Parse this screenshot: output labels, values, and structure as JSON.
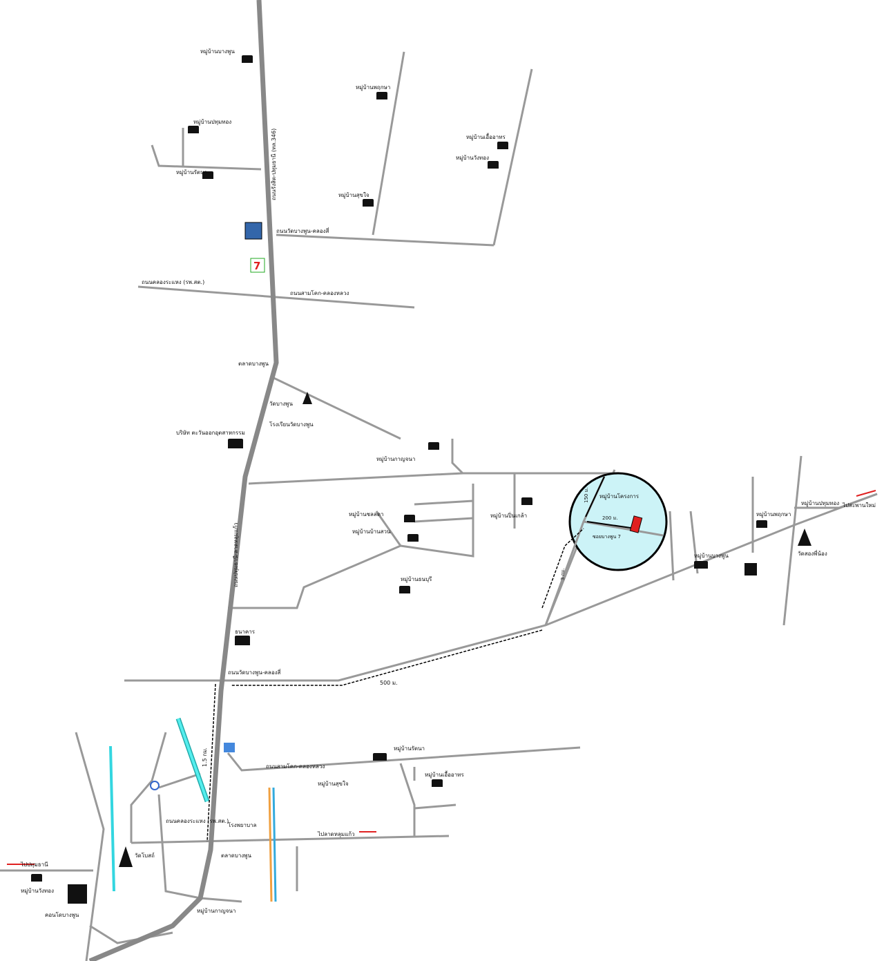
{
  "labels": {
    "main_road": "ถนนรังสิต-ปทุมธานี (ทล.346)",
    "main_road_south": "ถนนปทุมธานี-ลาดหลุมแก้ว",
    "road_west": "ถนนคลองระแหง (รพ.สต.)",
    "road_east": "ถนนสามโคก-คลองหลวง",
    "road_npd": "ถนนวัดบางพูน-คลองสี่",
    "site": "หมู่บ้านโครงการ",
    "site_road": "ซอยบางพูน 7",
    "dist_150": "150 ม.",
    "dist_200": "200 ม.",
    "dist_500": "500 ม.",
    "dist_3km": "3 กม.",
    "dist_1_5km": "1.5 กม.",
    "temple1": "วัดบางพูน",
    "temple2": "วัดสองพี่น้อง",
    "temple3": "วัดโบสถ์",
    "school": "โรงเรียนวัดบางพูน",
    "company": "บริษัท ตะวันออกอุตสาหกรรม",
    "market": "ตลาดบางพูน",
    "to_east": "ไปสะพานใหม่",
    "to_west": "ไปปทุมธานี",
    "to_right": "ไปลาดหลุมแก้ว",
    "hospital": "โรงพยาบาล",
    "village1": "หมู่บ้านบางพูน",
    "village2": "หมู่บ้านพฤกษา",
    "village3": "หมู่บ้านปทุมทอง",
    "village4": "หมู่บ้านรัตนา",
    "village5": "หมู่บ้านสุขใจ",
    "village6": "หมู่บ้านเอื้ออาทร",
    "village7": "หมู่บ้านวังทอง",
    "village8": "หมู่บ้านกาญจนา",
    "village9": "หมู่บ้านชลลดา",
    "village10": "หมู่บ้านบ้านสวน",
    "village11": "หมู่บ้านธนบุรี",
    "village12": "หมู่บ้านปิ่นเกล้า",
    "condo": "คอนโดบางพูน",
    "bank": "ธนาคาร"
  },
  "colors": {
    "road": "#8a8a8a",
    "circle": "#ccf3f7",
    "site": "#e02020",
    "river": "#33d6e0",
    "arrow": "#e02020"
  }
}
